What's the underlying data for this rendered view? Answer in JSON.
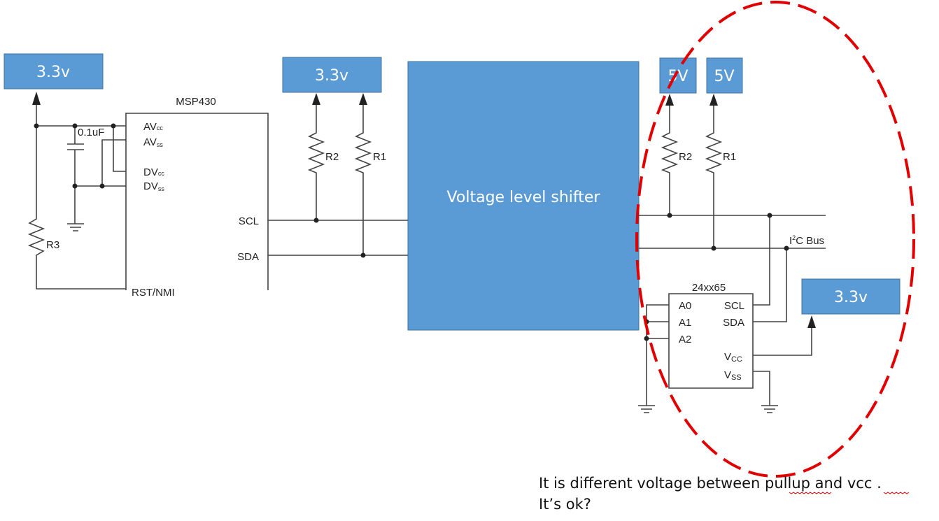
{
  "supplies": {
    "left_msp": "3.3v",
    "left_pullup": "3.3v",
    "right_pullup_r2": "5V",
    "right_pullup_r1": "5V",
    "eeprom_vcc": "3.3v"
  },
  "shifter": {
    "label": "Voltage level shifter"
  },
  "msp430": {
    "title": "MSP430",
    "pins": {
      "avcc": "AV",
      "avcc_sub": "cc",
      "avss": "AV",
      "avss_sub": "ss",
      "dvcc": "DV",
      "dvcc_sub": "cc",
      "dvss": "DV",
      "dvss_sub": "ss",
      "scl": "SCL",
      "sda": "SDA",
      "rst": "RST/NMI"
    },
    "cap": "0.1uF",
    "r3": "R3"
  },
  "left_resistors": {
    "r2": "R2",
    "r1": "R1"
  },
  "right_resistors": {
    "r2": "R2",
    "r1": "R1"
  },
  "bus": {
    "label_pre": "I",
    "label_sup": "2",
    "label_post": "C Bus"
  },
  "eeprom": {
    "title": "24xx65",
    "pins": {
      "a0": "A0",
      "a1": "A1",
      "a2": "A2",
      "scl": "SCL",
      "sda": "SDA",
      "vcc": "V",
      "vcc_sub": "CC",
      "vss": "V",
      "vss_sub": "SS"
    }
  },
  "annotation": {
    "line1_a": "It is different voltage between ",
    "line1_b": "pullup",
    "line1_c": " and ",
    "line1_d": "vcc",
    "line1_e": " .",
    "line2": "It’s ok?"
  },
  "colors": {
    "box": "#5b9bd5",
    "highlight": "#e00000"
  }
}
